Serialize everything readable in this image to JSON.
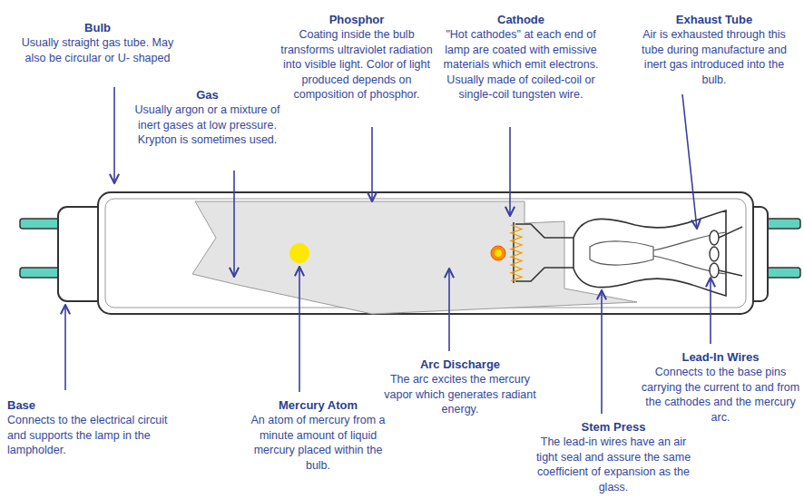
{
  "diagram": {
    "labels": [
      "Bulb",
      "Usually straight gas tube. May also be circular or U- shaped",
      "Gas",
      "Usually argon or a mixture of inert gases at low pressure. Krypton is sometimes used.",
      "Phosphor",
      "Coating inside the bulb transforms ultraviolet radiation into visible light. Color of light produced depends on composition of phosphor.",
      "Cathode",
      "\"Hot cathodes\" at each end of lamp are coated with emissive materials which emit electrons. Usually made of coiled-coil or single-coil tungsten wire.",
      "Exhaust Tube",
      "Air is exhausted through this tube during manufacture and inert gas introduced into the bulb.",
      "Base",
      "Connects to the electrical circuit and supports the lamp in the lampholder.",
      "Mercury Atom",
      "An atom of mercury from a minute amount of liquid mercury placed within the bulb.",
      "Arc Discharge",
      "The arc excites the mercury vapor which generates radiant energy.",
      "Stem Press",
      "The lead-in wires have an air tight seal and assure the same coefficient of expansion as the glass.",
      "Lead-In Wires",
      "Connects to the base pins carrying the current to and from the cathodes and the mercury arc."
    ]
  }
}
